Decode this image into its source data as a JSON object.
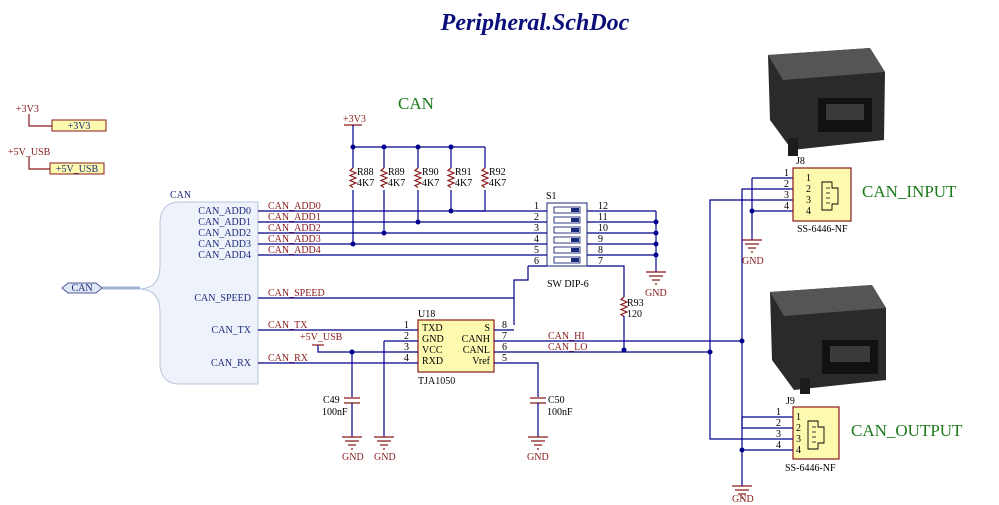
{
  "title": "Peripheral.SchDoc",
  "labels": {
    "can_group": "CAN",
    "can_input": "CAN_INPUT",
    "can_output": "CAN_OUTPUT"
  },
  "power": {
    "p3v3": "+3V3",
    "p3v3_port": "+3V3",
    "p5v": "+5V_USB",
    "p5v_port": "+5V_USB",
    "p3v3_rail": "+3V3",
    "p5v_u18": "+5V_USB",
    "gnd": "GND"
  },
  "harness": {
    "name": "CAN",
    "port_label": "CAN",
    "entries": [
      "CAN_ADD0",
      "CAN_ADD1",
      "CAN_ADD2",
      "CAN_ADD3",
      "CAN_ADD4",
      "CAN_SPEED",
      "CAN_TX",
      "CAN_RX"
    ]
  },
  "nets": {
    "add0": "CAN_ADD0",
    "add1": "CAN_ADD1",
    "add2": "CAN_ADD2",
    "add3": "CAN_ADD3",
    "add4": "CAN_ADD4",
    "speed": "CAN_SPEED",
    "tx": "CAN_TX",
    "rx": "CAN_RX",
    "hi": "CAN_HI",
    "lo": "CAN_LO"
  },
  "resistors": [
    {
      "ref": "R88",
      "value": "4K7"
    },
    {
      "ref": "R89",
      "value": "4K7"
    },
    {
      "ref": "R90",
      "value": "4K7"
    },
    {
      "ref": "R91",
      "value": "4K7"
    },
    {
      "ref": "R92",
      "value": "4K7"
    },
    {
      "ref": "R93",
      "value": "120"
    }
  ],
  "switch": {
    "ref": "S1",
    "part": "SW DIP-6",
    "left_pins": [
      "1",
      "2",
      "3",
      "4",
      "5",
      "6"
    ],
    "right_pins": [
      "12",
      "11",
      "10",
      "9",
      "8",
      "7"
    ]
  },
  "transceiver": {
    "ref": "U18",
    "part": "TJA1050",
    "left_names": [
      "TXD",
      "GND",
      "VCC",
      "RXD"
    ],
    "left_pins": [
      "1",
      "2",
      "3",
      "4"
    ],
    "right_names": [
      "S",
      "CANH",
      "CANL",
      "Vref"
    ],
    "right_pins": [
      "8",
      "7",
      "6",
      "5"
    ]
  },
  "capacitors": [
    {
      "ref": "C49",
      "value": "100nF"
    },
    {
      "ref": "C50",
      "value": "100nF"
    }
  ],
  "connectors": [
    {
      "ref": "J8",
      "part": "SS-6446-NF",
      "pins": [
        "1",
        "2",
        "3",
        "4"
      ]
    },
    {
      "ref": "J9",
      "part": "SS-6446-NF",
      "pins": [
        "1",
        "2",
        "3",
        "4"
      ]
    }
  ]
}
